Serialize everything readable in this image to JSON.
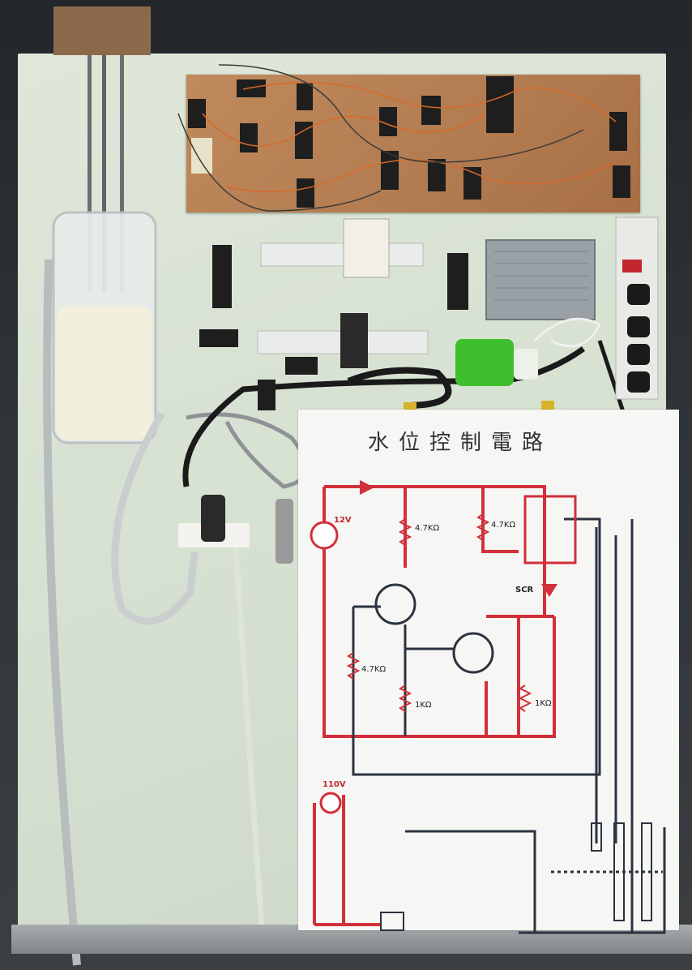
{
  "poster": {
    "title": "水位控制電路",
    "labels": {
      "v12": "12V",
      "r1": "4.7KΩ",
      "r2": "4.7KΩ",
      "r3": "4.7KΩ",
      "r4": "1KΩ",
      "r5": "1KΩ",
      "scr": "SCR",
      "v110": "110V"
    }
  },
  "colors": {
    "board": "#d9e2d4",
    "wood": "#b67e52",
    "poster": "#f6f6f4",
    "circuit_red": "#d2303a",
    "circuit_dark": "#2c3340",
    "power_supply": "#9aa1a6",
    "green_light": "#3fbf2e"
  }
}
